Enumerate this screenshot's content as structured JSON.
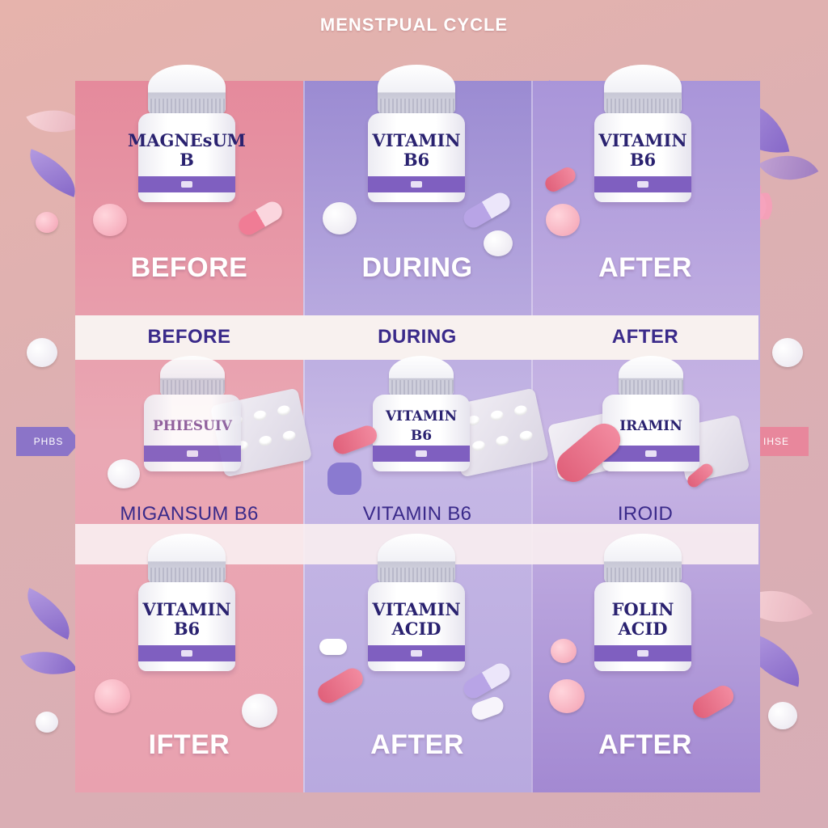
{
  "title": "MENSTPUAL CYCLE",
  "colors": {
    "pink_column": "#e58a9c",
    "lavender_column": "#9b8bd2",
    "purple_column": "#a995d9",
    "label_text": "#3a2a8a",
    "bottle_stripe": "#7f5fc0"
  },
  "rows": [
    {
      "phases": [
        "BEFORE",
        "DURING",
        "AFTER"
      ],
      "bottles": [
        "MAGNEsUM\nB",
        "VITAMIN\nB6",
        "VITAMIN\nB6"
      ]
    },
    {
      "band_labels": [
        "BEFORE",
        "DURING",
        "AFTER"
      ],
      "bottles": [
        "PHIESUIV",
        "VITAMIN\nB6",
        "IRAMIN"
      ],
      "sub_labels": [
        "MIGANSUM B6",
        "VITAMIN B6",
        "IROID"
      ]
    },
    {
      "bottles": [
        "VITAMIN\nB6",
        "VITAMIN\nACID",
        "FOLIN\nACID"
      ],
      "phases": [
        "IFTER",
        "AFTER",
        "AFTER"
      ]
    }
  ],
  "tags": {
    "left": "PHBS",
    "right": "IHSE"
  },
  "icons": [
    "leaf-icon",
    "flower-icon",
    "tablet-icon",
    "capsule-icon",
    "blister-pack-icon",
    "arrow-tag-icon"
  ]
}
